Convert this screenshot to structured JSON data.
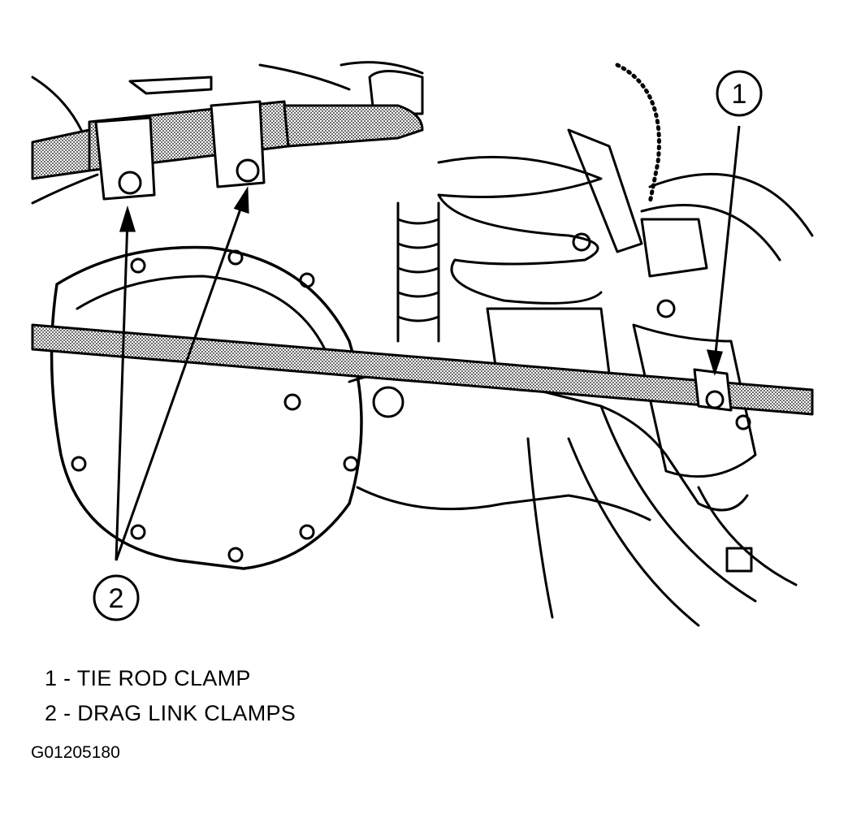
{
  "callouts": [
    {
      "number": "1"
    },
    {
      "number": "2"
    }
  ],
  "legend": [
    {
      "number": "1",
      "separator": "-",
      "label": "TIE ROD CLAMP"
    },
    {
      "number": "2",
      "separator": "-",
      "label": "DRAG LINK CLAMPS"
    }
  ],
  "figure_id": "G01205180",
  "colors": {
    "ink": "#000000",
    "stipple": "#b5b5b5",
    "paper": "#ffffff"
  }
}
